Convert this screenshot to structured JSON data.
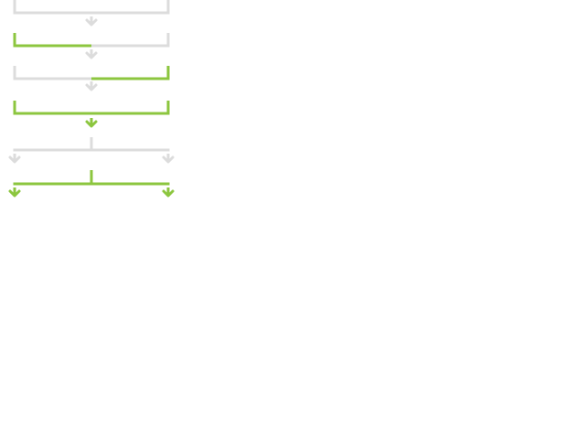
{
  "colors": {
    "inactive": "#dcdcdc",
    "active": "#8cc63f",
    "background": "#ffffff"
  },
  "connectors": [
    {
      "name": "connector-1-merge-inactive",
      "type": "merge",
      "left": "inactive",
      "right": "inactive",
      "output_arrow": "inactive"
    },
    {
      "name": "connector-2-merge-left-active",
      "type": "merge",
      "left": "active",
      "right": "inactive",
      "output_arrow": "inactive"
    },
    {
      "name": "connector-3-merge-right-active",
      "type": "merge",
      "left": "inactive",
      "right": "active",
      "output_arrow": "inactive"
    },
    {
      "name": "connector-4-merge-all-active",
      "type": "merge",
      "left": "active",
      "right": "active",
      "output_arrow": "active"
    },
    {
      "name": "connector-5-split-inactive",
      "type": "split",
      "state": "inactive"
    },
    {
      "name": "connector-6-split-active",
      "type": "split",
      "state": "active"
    }
  ]
}
